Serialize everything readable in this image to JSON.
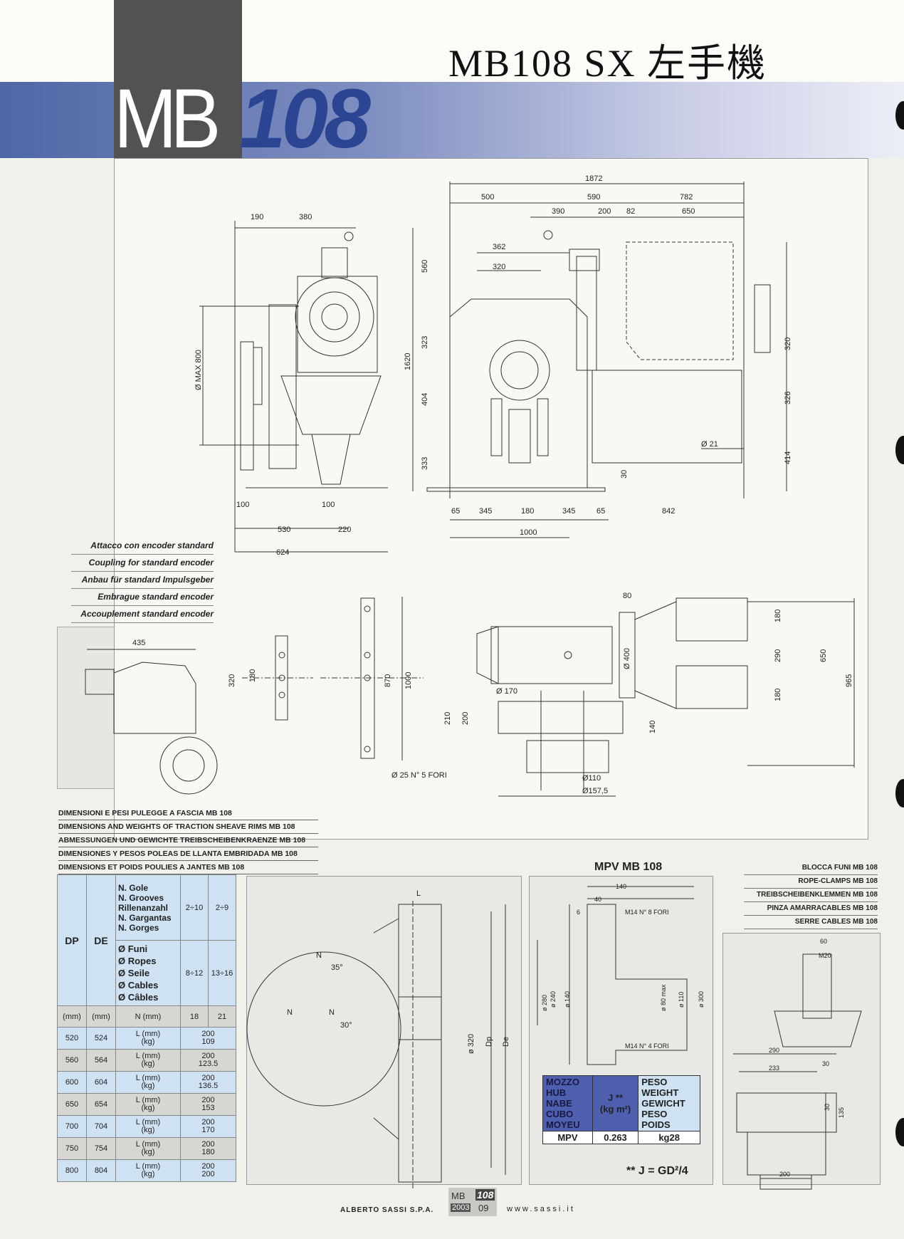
{
  "header": {
    "title": "MB108 SX 左手機",
    "logo_mb": "MB",
    "logo_num": "108"
  },
  "main_drawing": {
    "dims": {
      "d1872": "1872",
      "d500": "500",
      "d590": "590",
      "d782": "782",
      "d390": "390",
      "d200": "200",
      "d82": "82",
      "d650": "650",
      "d362": "362",
      "d320a": "320",
      "d560": "560",
      "d323": "323",
      "d1620": "1620",
      "d404": "404",
      "d333": "333",
      "d320b": "320",
      "d326": "326",
      "d414": "414",
      "d30": "30",
      "d21": "Ø 21",
      "d190": "190",
      "d380": "380",
      "dmax": "Ø MAX 800",
      "d100a": "100",
      "d100b": "100",
      "d530": "530",
      "d220": "220",
      "d624": "624",
      "d65a": "65",
      "d345a": "345",
      "d180": "180",
      "d345b": "345",
      "d65b": "65",
      "d842": "842",
      "d1000": "1000"
    },
    "encoder_captions": [
      "Attacco con encoder standard",
      "Coupling for standard encoder",
      "Anbau für standard Impulsgeber",
      "Embrague standard encoder",
      "Accouplement standard encoder"
    ],
    "encoder_dim": "435",
    "plan_dims": {
      "p320": "320",
      "p180": "180",
      "p870": "870",
      "p1000": "1000",
      "p25": "Ø 25 N° 5 FORI",
      "p80": "80",
      "p400": "Ø 400",
      "p170": "Ø 170",
      "p210": "210",
      "p200": "200",
      "p140": "140",
      "p110": "Ø110",
      "p157": "Ø157,5",
      "p180a": "180",
      "p290": "290",
      "p650": "650",
      "p180b": "180",
      "p965": "965"
    }
  },
  "rims": {
    "titles": [
      "DIMENSIONI E PESI PULEGGE A FASCIA MB 108",
      "DIMENSIONS AND WEIGHTS OF TRACTION SHEAVE RIMS MB 108",
      "ABMESSUNGEN UND GEWICHTE TREIBSCHEIBENKRAENZE MB 108",
      "DIMENSIONES Y PESOS POLEAS DE LLANTA EMBRIDADA MB 108",
      "DIMENSIONS ET POIDS POULIES A JANTES MB 108"
    ],
    "dp": "DP",
    "de": "DE",
    "grooves_labels": [
      "N. Gole",
      "N. Grooves",
      "Rillenanzahl",
      "N. Gargantas",
      "N. Gorges"
    ],
    "ropes_labels": [
      "Ø Funi",
      "Ø Ropes",
      "Ø Seile",
      "Ø Cables",
      "Ø Câbles"
    ],
    "grooves_a": "2÷10",
    "grooves_b": "2÷9",
    "ropes_a": "8÷12",
    "ropes_b": "13÷16",
    "unit_row": [
      "(mm)",
      "(mm)",
      "N (mm)",
      "18",
      "21"
    ],
    "rows": [
      {
        "dp": "520",
        "de": "524",
        "u1": "L (mm)",
        "u2": "(kg)",
        "v1": "200",
        "v2": "109"
      },
      {
        "dp": "560",
        "de": "564",
        "u1": "L (mm)",
        "u2": "(kg)",
        "v1": "200",
        "v2": "123.5"
      },
      {
        "dp": "600",
        "de": "604",
        "u1": "L (mm)",
        "u2": "(kg)",
        "v1": "200",
        "v2": "136.5"
      },
      {
        "dp": "650",
        "de": "654",
        "u1": "L (mm)",
        "u2": "(kg)",
        "v1": "200",
        "v2": "153"
      },
      {
        "dp": "700",
        "de": "704",
        "u1": "L (mm)",
        "u2": "(kg)",
        "v1": "200",
        "v2": "170"
      },
      {
        "dp": "750",
        "de": "754",
        "u1": "L (mm)",
        "u2": "(kg)",
        "v1": "200",
        "v2": "180"
      },
      {
        "dp": "800",
        "de": "804",
        "u1": "L (mm)",
        "u2": "(kg)",
        "v1": "200",
        "v2": "200"
      }
    ],
    "sheave_labels": {
      "L": "L",
      "N1": "N",
      "a35": "35°",
      "N2": "N",
      "N3": "N",
      "a30": "30°",
      "d320": "ø 320",
      "Dp": "Dp",
      "De": "De"
    }
  },
  "mpv": {
    "title": "MPV MB 108",
    "dims": {
      "m140": "140",
      "m40": "40",
      "m6": "6",
      "m8f": "M14 N° 8 FORI",
      "m4f": "M14 N° 4 FORI",
      "m280": "ø 280",
      "m240": "ø 240",
      "m140b": "ø 140",
      "m80": "ø 80 max",
      "m110": "ø 110",
      "m300": "ø 300"
    },
    "col1": [
      "MOZZO",
      "HUB",
      "NABE",
      "CUBO",
      "MOYEU"
    ],
    "col2": "J **",
    "col2b": "(kg m²)",
    "col3": [
      "PESO",
      "WEIGHT",
      "GEWICHT",
      "PESO",
      "POIDS"
    ],
    "row": [
      "MPV",
      "0.263",
      "kg28"
    ],
    "note": "** J = GD²/4"
  },
  "clamps": {
    "titles": [
      "BLOCCA FUNI MB 108",
      "ROPE-CLAMPS MB 108",
      "TREIBSCHEIBENKLEMMEN MB 108",
      "PINZA AMARRACABLES MB 108",
      "SERRE CABLES MB 108"
    ],
    "dims": {
      "c60": "60",
      "c20": "M20",
      "c30a": "30",
      "c290": "290",
      "c233": "233",
      "c30b": "30",
      "c135": "135",
      "c200": "200"
    }
  },
  "footer": {
    "company": "ALBERTO SASSI S.P.A.",
    "mb": "MB",
    "num": "108",
    "year": "2003",
    "page": "09",
    "url": "www.sassi.it"
  }
}
